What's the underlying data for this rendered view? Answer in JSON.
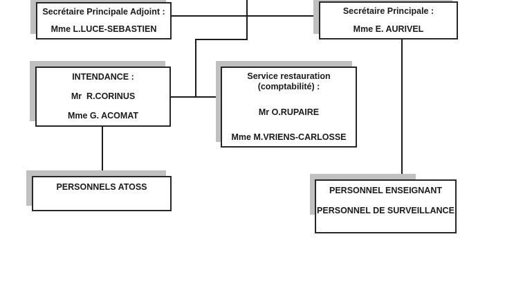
{
  "styles": {
    "border_color": "#262626",
    "shadow_color": "#c0c0c0",
    "text_color": "#1a1a1a",
    "connector_color": "#1a1a1a",
    "background_color": "#ffffff"
  },
  "chart_type": "org-chart",
  "boxes": {
    "sec_adjoint": {
      "lines": [
        "Secrétaire Principale Adjoint :",
        "Mme L.LUCE-SEBASTIEN"
      ]
    },
    "sec_principale": {
      "lines": [
        "Secrétaire Principale :",
        "Mme E. AURIVEL"
      ]
    },
    "intendance": {
      "lines": [
        "INTENDANCE :",
        "Mr  R.CORINUS",
        "Mme G. ACOMAT"
      ]
    },
    "restauration": {
      "heading_line1": "Service restauration",
      "heading_line2": "(comptabilité) :",
      "lines": [
        "Mr O.RUPAIRE",
        "Mme M.VRIENS-CARLOSSE"
      ]
    },
    "atoss": {
      "lines": [
        "PERSONNELS ATOSS"
      ]
    },
    "enseignant": {
      "lines": [
        "PERSONNEL ENSEIGNANT",
        "PERSONNEL DE SURVEILLANCE"
      ]
    }
  }
}
